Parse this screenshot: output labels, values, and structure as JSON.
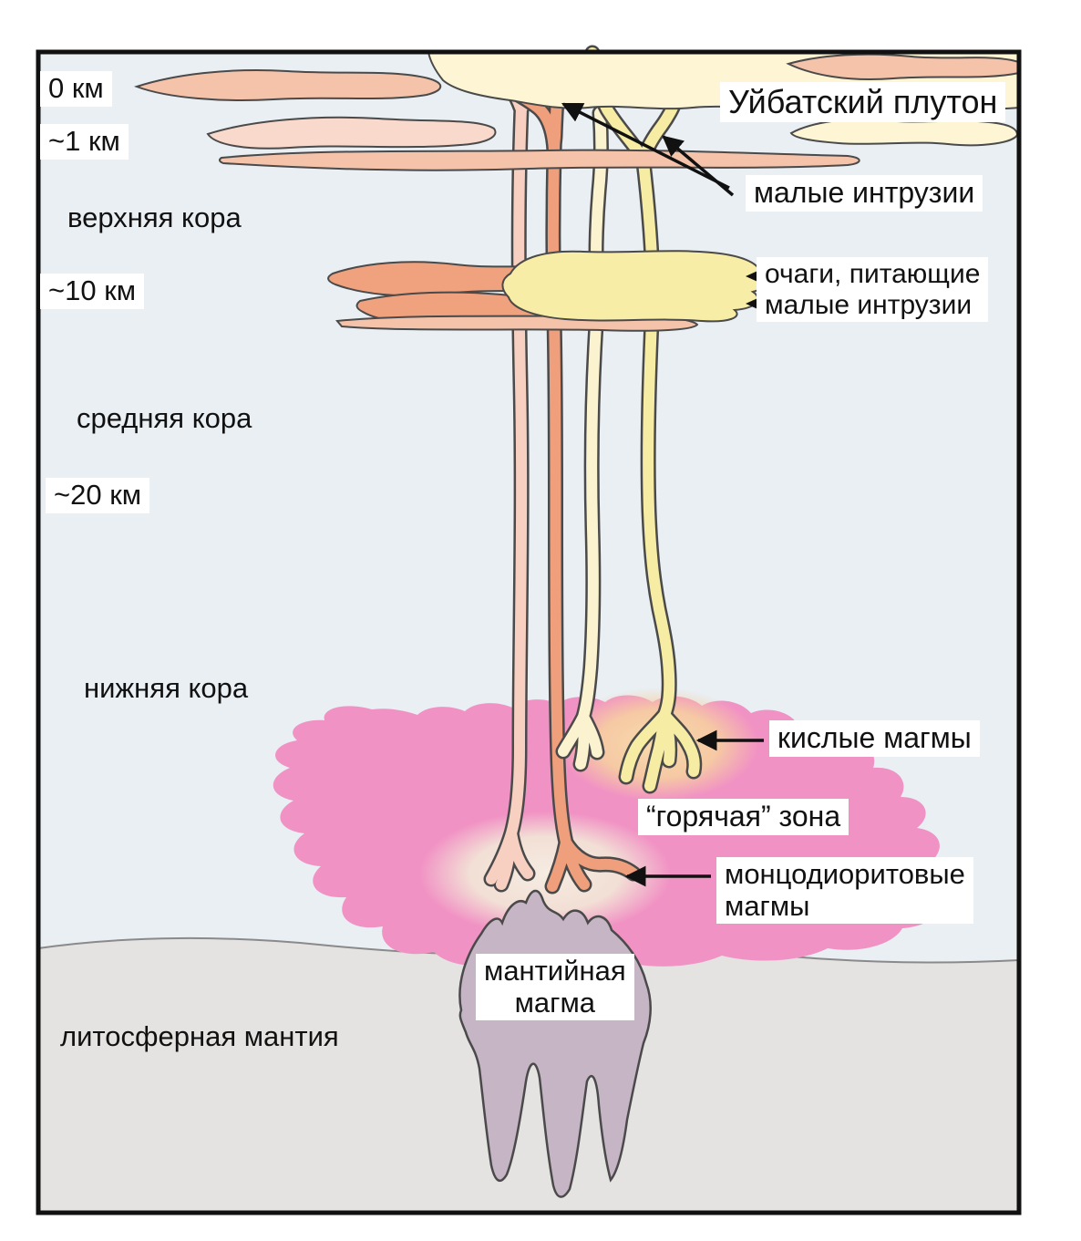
{
  "labels": {
    "depth_0": "0 км",
    "depth_1": "~1 км",
    "upper_crust": "верхняя кора",
    "depth_10": "~10 км",
    "middle_crust": "средняя кора",
    "depth_20": "~20 км",
    "lower_crust": "нижняя кора",
    "lithospheric_mantle": "литосферная мантия",
    "pluton": "Уйбатский плутон",
    "small_intrusions": "малые интрузии",
    "feeding_line1": "очаги, питающие",
    "feeding_line2": "малые интрузии",
    "felsic": "кислые магмы",
    "hot_zone": "“горячая” зона",
    "monzo_line1": "монцодиоритовые",
    "monzo_line2": "магмы",
    "mantle_magma_line1": "мантийная",
    "mantle_magma_line2": "магма"
  },
  "colors": {
    "crust_bg": "#e9eff3",
    "mantle_bg": "#e5e3e2",
    "salmon": "#f5c3aa",
    "light_pink": "#f9d9cc",
    "orange": "#f0a17e",
    "pale_yellow": "#fdf5d4",
    "yellow": "#f8eda6",
    "hot_zone_pink": "#f192c4",
    "felsic_glow": "#f8d4a4",
    "monzo_glow": "#f3e6da",
    "mantle_magma": "#c6b5c4",
    "dike_pink": "#f7d0c2",
    "dike_orange": "#ef9f7c",
    "dike_pale_yellow": "#fbf2cf",
    "dike_yellow": "#f7eca4",
    "outline": "#4a4a4a"
  }
}
